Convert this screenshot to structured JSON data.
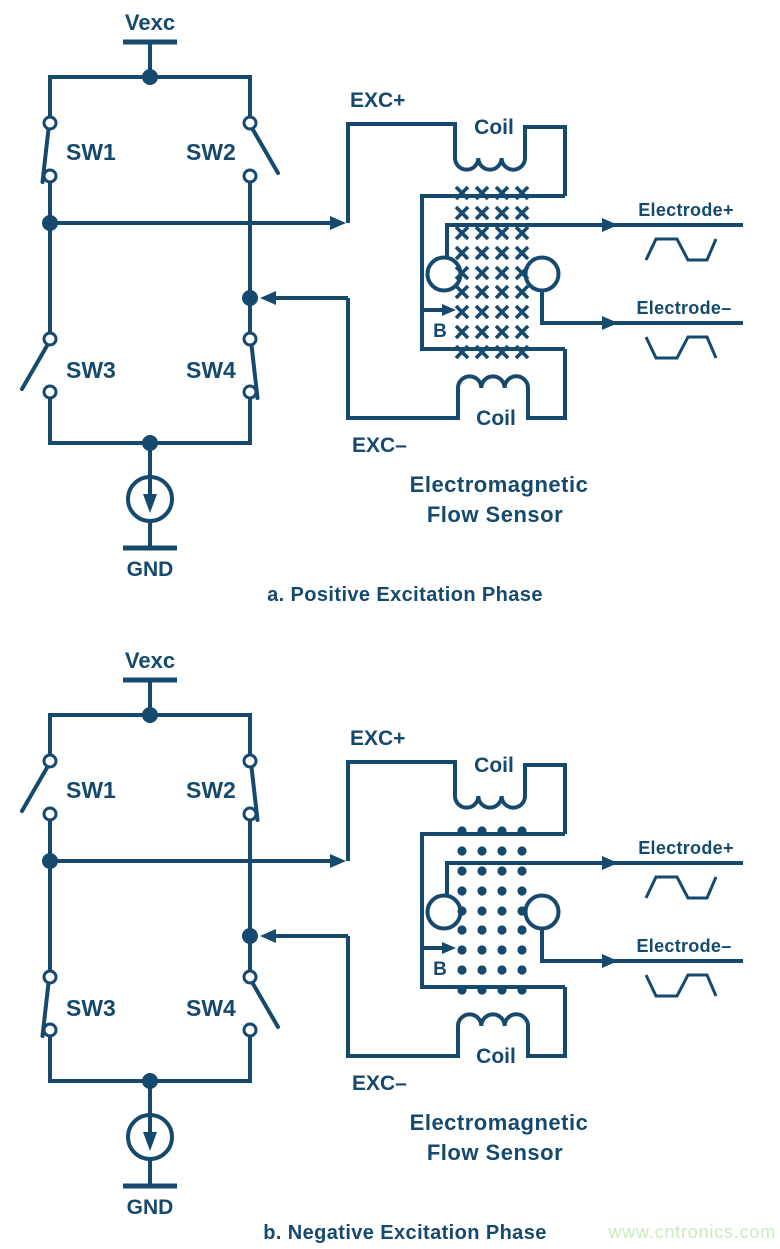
{
  "colors": {
    "ink": "#15496d",
    "watermark": "#cbe9c1",
    "background": "#ffffff"
  },
  "diagrams": [
    {
      "caption": "a. Positive Excitation Phase",
      "field_marker": "x",
      "switch_states": {
        "sw1": "closed",
        "sw2": "open",
        "sw3": "open",
        "sw4": "closed"
      },
      "labels": {
        "vexc": "Vexc",
        "gnd": "GND",
        "sw1": "SW1",
        "sw2": "SW2",
        "sw3": "SW3",
        "sw4": "SW4",
        "exc_plus": "EXC+",
        "exc_minus": "EXC–",
        "coil_top": "Coil",
        "coil_bottom": "Coil",
        "electrode_plus": "Electrode+",
        "electrode_minus": "Electrode–",
        "b_field": "B",
        "sensor_line1": "Electromagnetic",
        "sensor_line2": "Flow Sensor"
      }
    },
    {
      "caption": "b. Negative Excitation Phase",
      "field_marker": "dot",
      "switch_states": {
        "sw1": "open",
        "sw2": "closed",
        "sw3": "closed",
        "sw4": "open"
      },
      "labels": {
        "vexc": "Vexc",
        "gnd": "GND",
        "sw1": "SW1",
        "sw2": "SW2",
        "sw3": "SW3",
        "sw4": "SW4",
        "exc_plus": "EXC+",
        "exc_minus": "EXC–",
        "coil_top": "Coil",
        "coil_bottom": "Coil",
        "electrode_plus": "Electrode+",
        "electrode_minus": "Electrode–",
        "b_field": "B",
        "sensor_line1": "Electromagnetic",
        "sensor_line2": "Flow Sensor"
      },
      "watermark_text": "www.cntronics.com"
    }
  ]
}
